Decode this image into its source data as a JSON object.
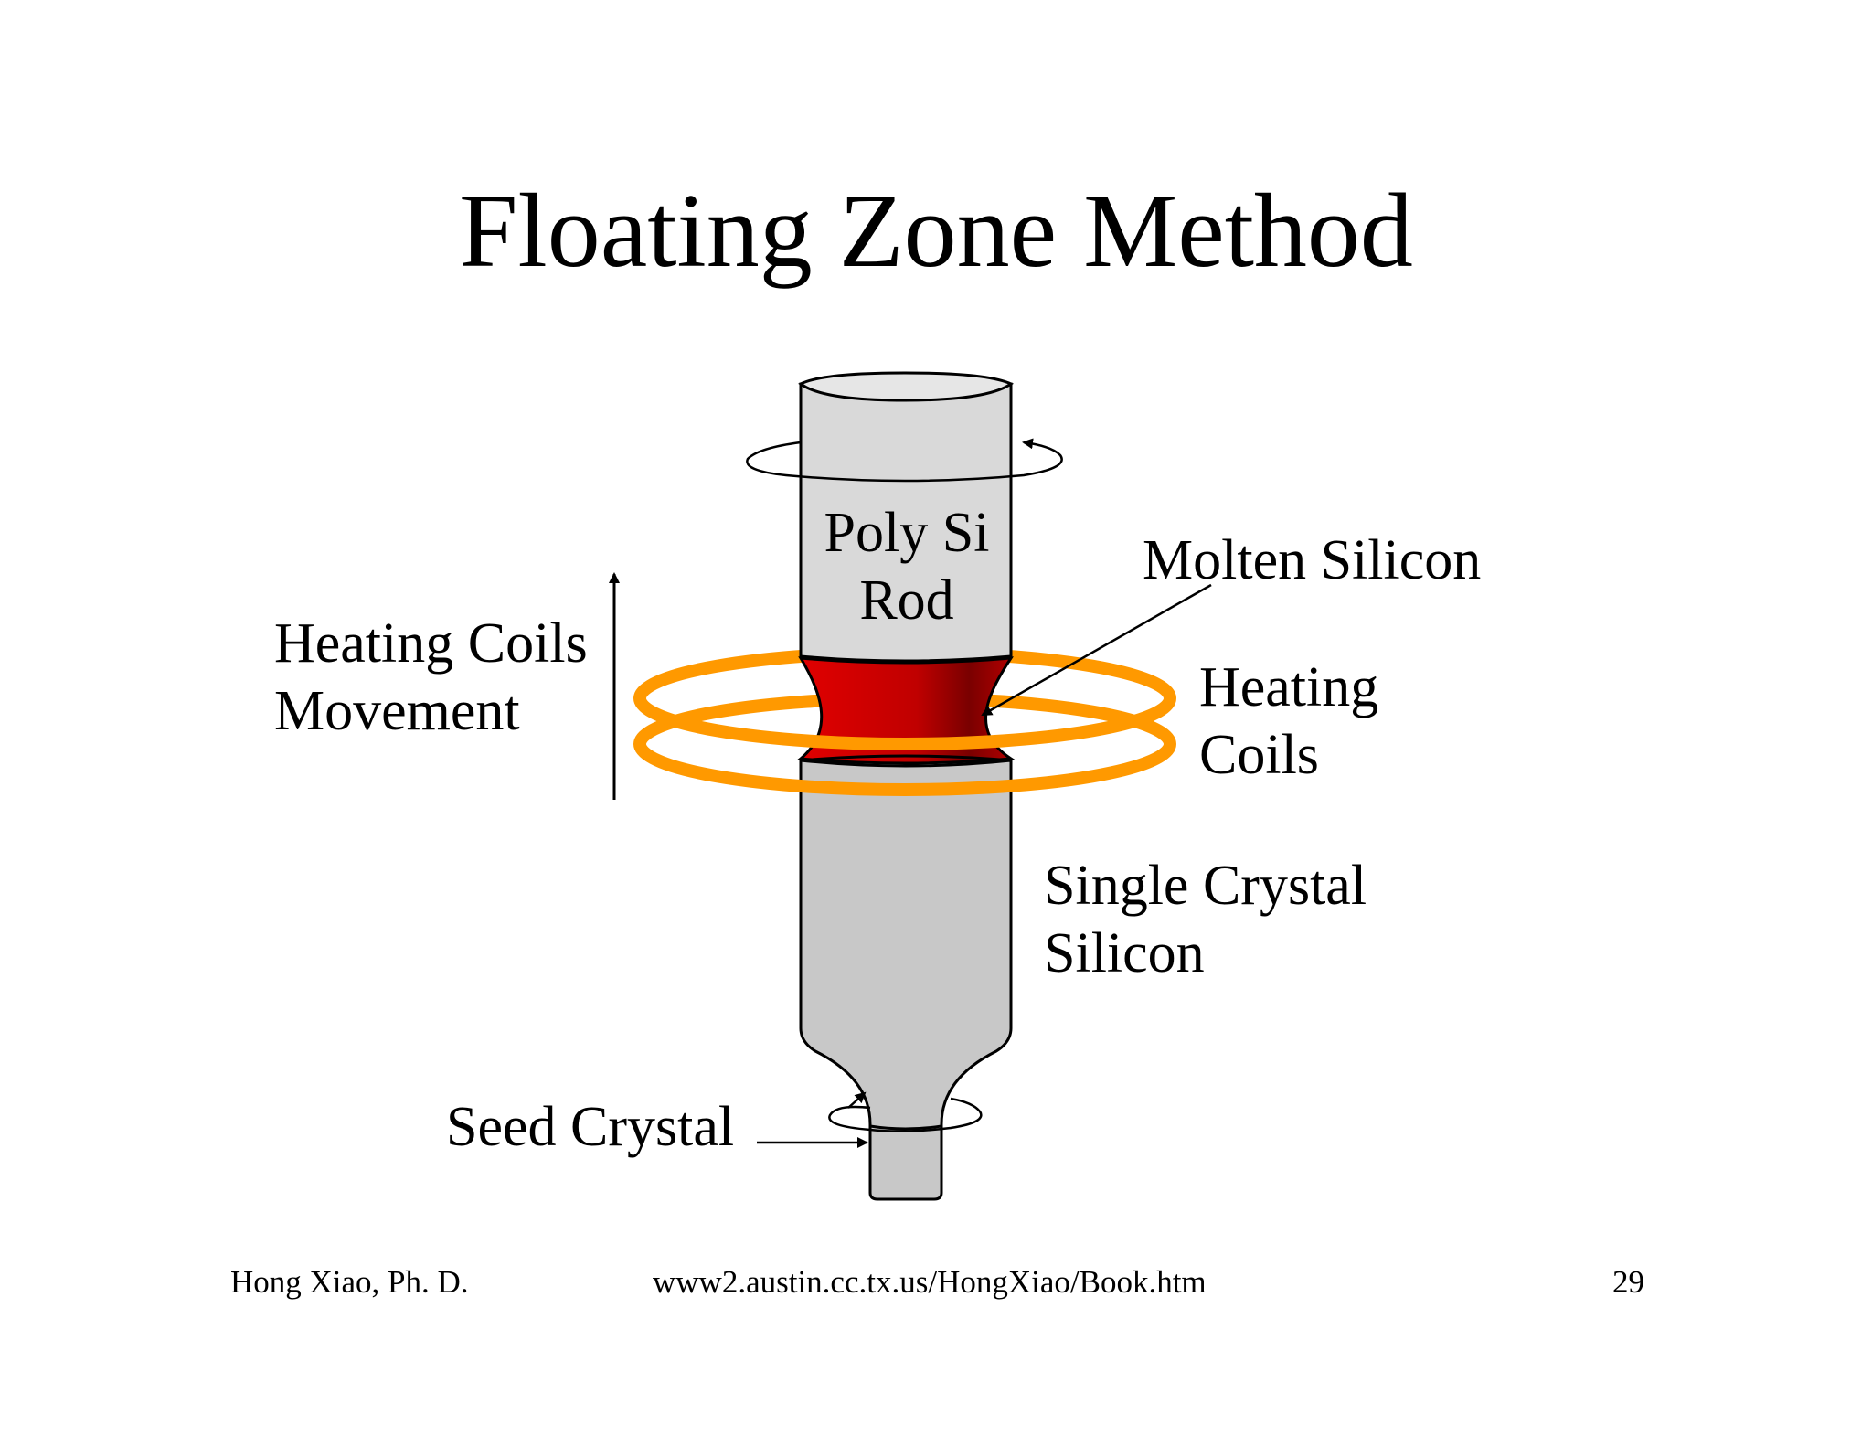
{
  "slide": {
    "title": "Floating Zone Method"
  },
  "labels": {
    "poly_si_rod": [
      "Poly Si",
      "Rod"
    ],
    "molten_silicon": "Molten Silicon",
    "heating_coils": [
      "Heating",
      "Coils"
    ],
    "heating_coils_movement": [
      "Heating Coils",
      "Movement"
    ],
    "single_crystal_silicon": [
      "Single Crystal",
      "Silicon"
    ],
    "seed_crystal": "Seed Crystal"
  },
  "footer": {
    "author": "Hong Xiao, Ph. D.",
    "url": "www2.austin.cc.tx.us/HongXiao/Book.htm",
    "page_number": "29"
  },
  "colors": {
    "rod_gray": "#d9d9d9",
    "crystal_gray": "#c8c8c8",
    "molten_red": "#e00000",
    "molten_dark": "#8a0000",
    "coil_orange": "#ff9900",
    "line": "#000000"
  }
}
